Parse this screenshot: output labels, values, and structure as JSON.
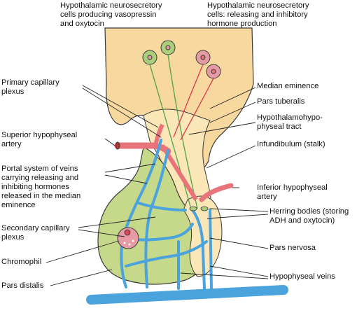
{
  "diagram": {
    "labels": {
      "top_left": "Hypothalamic neurosecretory\ncells producing vasopressin\nand oxytocin",
      "top_right": "Hypothalamic neurosecretory\ncells: releasing and inhibitory\nhormone production",
      "primary_capillary": "Primary capillary\nplexus",
      "superior_artery": "Superior hypophyseal\nartery",
      "portal_system": "Portal system of veins\ncarrying releasing and\ninhibiting hormones\nreleased in the median\neminence",
      "secondary_capillary": "Secondary capillary\nplexus",
      "chromophil": "Chromophil",
      "pars_distalis": "Pars distalis",
      "median_eminence": "Median eminence",
      "pars_tuberalis": "Pars tuberalis",
      "hypothalamo_tract": "Hypothalamohypo-\nphyseal tract",
      "infundibulum": "Infundibulum (stalk)",
      "inferior_artery": "Inferior hypophyseal\nartery",
      "herring_bodies": "Herring bodies (storing\nADH and oxytocin)",
      "pars_nervosa": "Pars nervosa",
      "hypophyseal_veins": "Hypophyseal veins"
    },
    "colors": {
      "hypothalamus": "#f7d9a0",
      "pars_nervosa": "#fbe6b8",
      "pars_distalis": "#c6d98a",
      "artery": "#e8737a",
      "vein": "#4aa3dc",
      "neuron_green": "#a9cf7a",
      "neuron_pink": "#e59aa4",
      "outline": "#3a3a3a",
      "leader": "#222222"
    }
  }
}
